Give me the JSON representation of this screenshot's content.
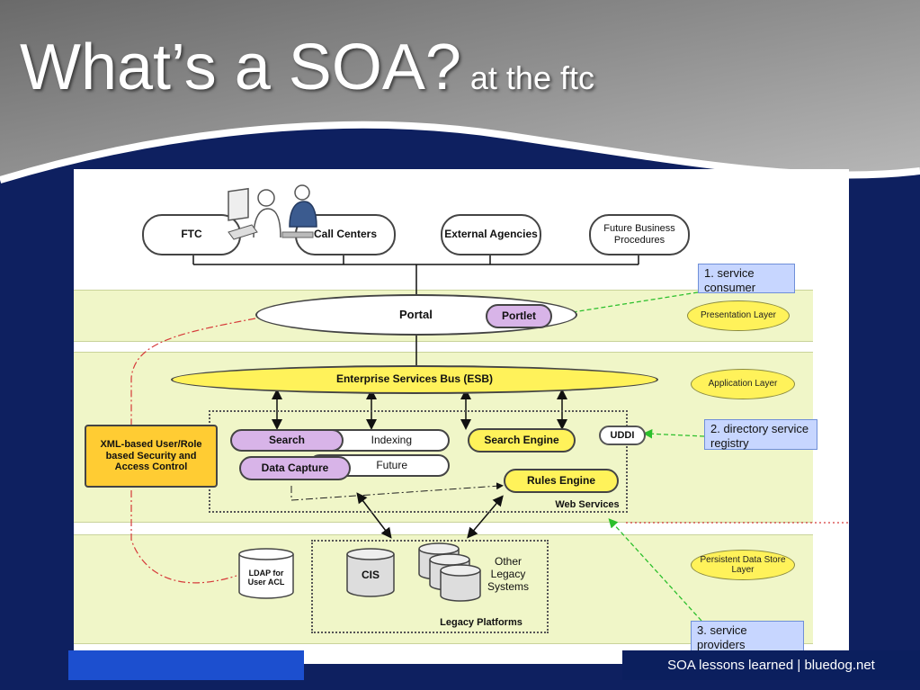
{
  "slide": {
    "title": "What’s a SOA?",
    "subtitle": "at the ftc",
    "footer": "SOA lessons learned | bluedog.net"
  },
  "consumers": [
    "FTC",
    "Call Centers",
    "External Agencies",
    "Future Business Procedures"
  ],
  "portal": {
    "label": "Portal",
    "portlet": "Portlet"
  },
  "esb": "Enterprise Services Bus (ESB)",
  "services": {
    "search": "Search",
    "indexing": "Indexing",
    "search_engine": "Search Engine",
    "uddi": "UDDI",
    "data_capture": "Data Capture",
    "future": "Future",
    "rules_engine": "Rules Engine",
    "web_services": "Web Services"
  },
  "security": "XML-based User/Role based Security and Access Control",
  "persistent": {
    "ldap": "LDAP for User ACL",
    "cis": "CIS",
    "other_legacy": "Other Legacy Systems",
    "legacy_platforms": "Legacy Platforms"
  },
  "layers": [
    "Presentation Layer",
    "Application Layer",
    "Persistent Data Store Layer"
  ],
  "notes": [
    "1. service consumer",
    "2. directory service registry",
    "3. service providers"
  ],
  "colors": {
    "highlight_yellow": "#fff25a",
    "service_purple": "#d8b4e8",
    "layer_green": "#f0f6c8",
    "note_blue": "#c7d6ff"
  }
}
